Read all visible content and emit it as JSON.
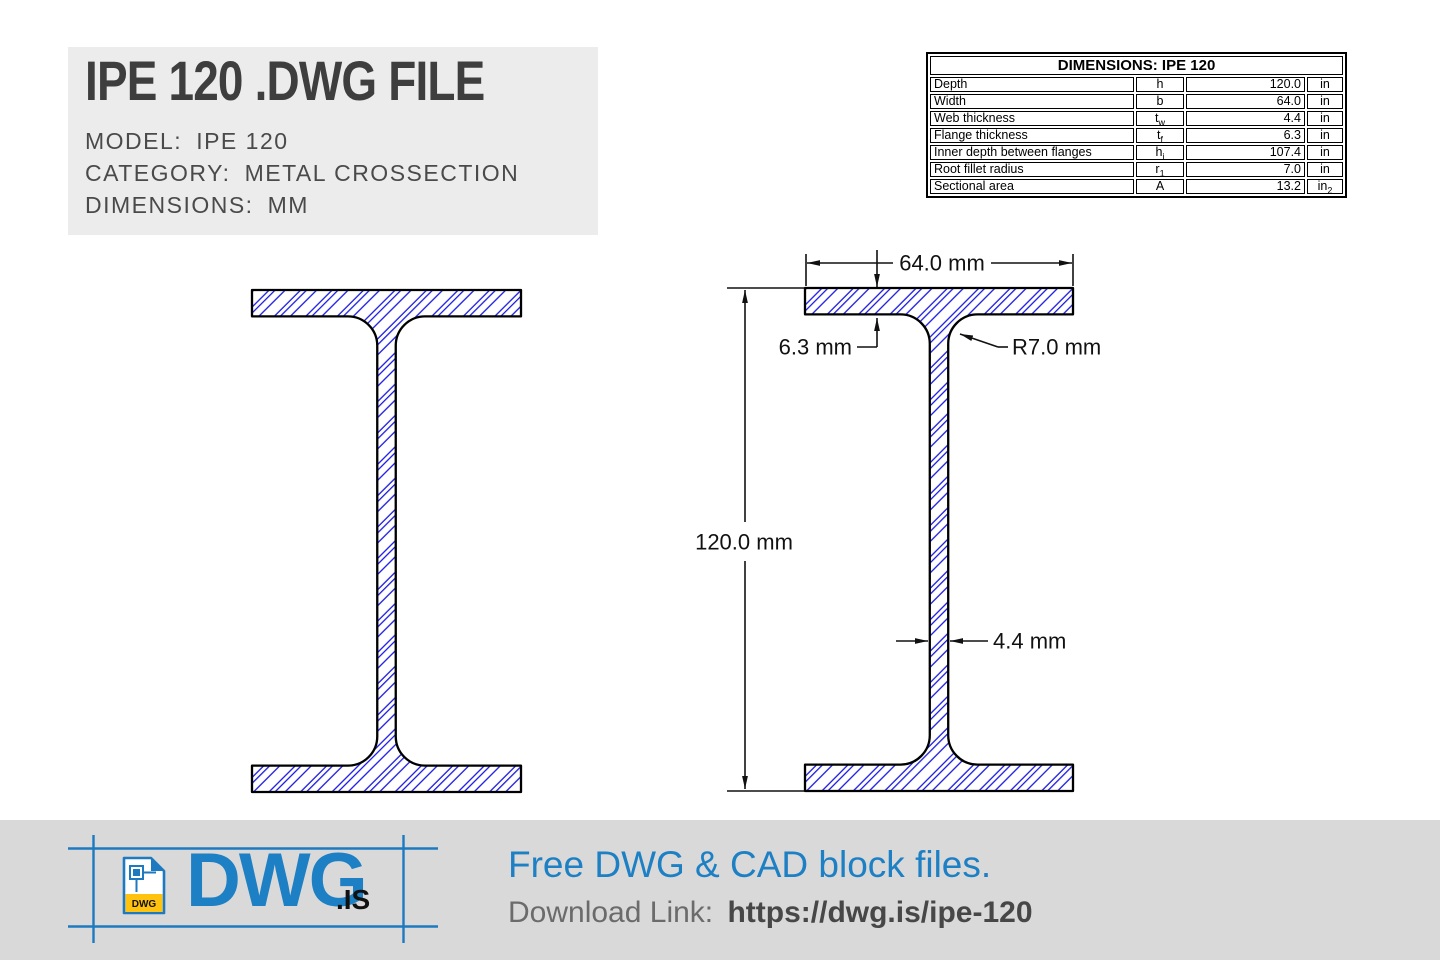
{
  "header": {
    "title": "IPE 120 .DWG FILE",
    "meta": [
      {
        "label": "MODEL:",
        "value": "IPE 120"
      },
      {
        "label": "CATEGORY:",
        "value": "METAL CROSSECTION"
      },
      {
        "label": "DIMENSIONS:",
        "value": "MM"
      }
    ]
  },
  "dimensions_table": {
    "title": "DIMENSIONS: IPE 120",
    "rows": [
      {
        "name": "Depth",
        "symbol": "h",
        "symbol_sub": "",
        "value": "120.0",
        "unit": "in",
        "unit_sub": ""
      },
      {
        "name": "Width",
        "symbol": "b",
        "symbol_sub": "",
        "value": "64.0",
        "unit": "in",
        "unit_sub": ""
      },
      {
        "name": "Web thickness",
        "symbol": "t",
        "symbol_sub": "w",
        "value": "4.4",
        "unit": "in",
        "unit_sub": ""
      },
      {
        "name": "Flange thickness",
        "symbol": "t",
        "symbol_sub": "f",
        "value": "6.3",
        "unit": "in",
        "unit_sub": ""
      },
      {
        "name": "Inner depth between flanges",
        "symbol": "h",
        "symbol_sub": "i",
        "value": "107.4",
        "unit": "in",
        "unit_sub": ""
      },
      {
        "name": "Root fillet radius",
        "symbol": "r",
        "symbol_sub": "1",
        "value": "7.0",
        "unit": "in",
        "unit_sub": ""
      },
      {
        "name": "Sectional area",
        "symbol": "A",
        "symbol_sub": "",
        "value": "13.2",
        "unit": "in",
        "unit_sub": "2"
      }
    ]
  },
  "drawing": {
    "dim_width": "64.0 mm",
    "dim_flange_thickness": "6.3 mm",
    "dim_root_radius": "R7.0 mm",
    "dim_depth": "120.0 mm",
    "dim_web_thickness": "4.4 mm"
  },
  "footer": {
    "logo_text": "DWG",
    "logo_suffix": ".IS",
    "logo_file_label": "DWG",
    "tagline": "Free DWG & CAD block files.",
    "download_label": "Download Link:",
    "download_url": "https://dwg.is/ipe-120"
  },
  "colors": {
    "brand_blue": "#1d80c4",
    "hatch_blue": "#1212e0",
    "footer_bg": "#d9d9d9",
    "panel_bg": "#ececec",
    "badge_yellow": "#ffc20e"
  }
}
